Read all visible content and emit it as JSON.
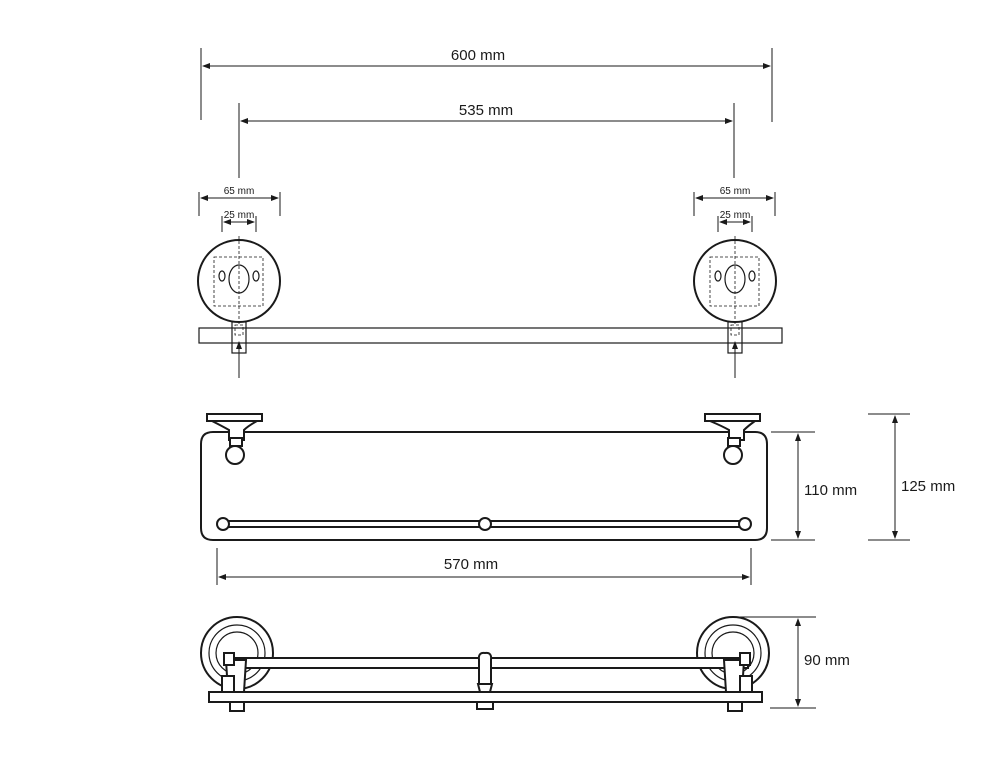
{
  "drawing": {
    "dimensions": {
      "overall_width": "600 mm",
      "mount_spacing": "535 mm",
      "left_plate": "65 mm",
      "left_hole": "25 mm",
      "right_plate": "65 mm",
      "right_hole": "25 mm",
      "shelf_depth": "110 mm",
      "total_depth": "125 mm",
      "glass_width": "570 mm",
      "height": "90 mm"
    }
  }
}
